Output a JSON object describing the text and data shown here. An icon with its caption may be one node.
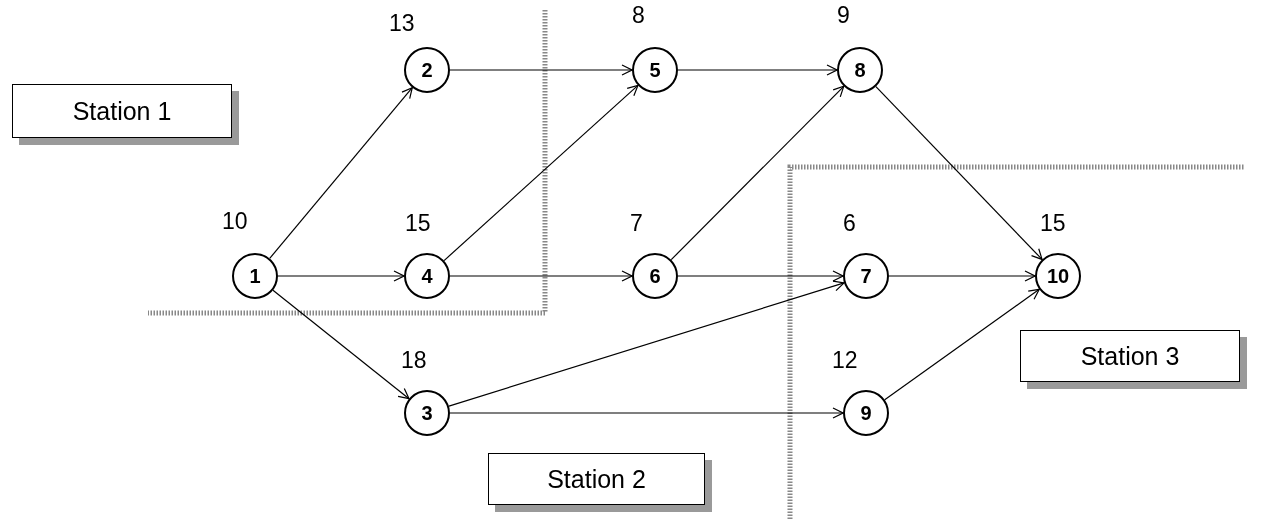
{
  "diagram": {
    "nodes": [
      {
        "text": [
          "Station 1"
        ]
      },
      {
        "text": [
          "1"
        ],
        "beside": [
          "10"
        ]
      },
      {
        "text": [
          "2"
        ],
        "beside": [
          "13"
        ]
      },
      {
        "text": [
          "3"
        ],
        "beside": [
          "18"
        ]
      },
      {
        "text": [
          "4"
        ],
        "beside": [
          "15"
        ]
      },
      {
        "text": [
          "5"
        ],
        "beside": [
          "8"
        ]
      },
      {
        "text": [
          "6"
        ],
        "beside": [
          "7"
        ]
      },
      {
        "text": [
          "7"
        ],
        "beside": [
          "6"
        ]
      },
      {
        "text": [
          "8"
        ],
        "beside": [
          "9"
        ]
      },
      {
        "text": [
          "9"
        ],
        "beside": [
          "12"
        ]
      },
      {
        "text": [
          "10"
        ],
        "beside": [
          "15"
        ]
      },
      {
        "text": [
          "Station 3"
        ]
      },
      {
        "text": [
          "Station 2"
        ]
      }
    ],
    "edges": [
      {
        "from": 1,
        "to": 2,
        "arrow": "to"
      },
      {
        "from": 1,
        "to": 4,
        "arrow": "to"
      },
      {
        "from": 1,
        "to": 3,
        "arrow": "to"
      },
      {
        "from": 2,
        "to": 5,
        "arrow": "to"
      },
      {
        "from": 4,
        "to": 5,
        "arrow": "to"
      },
      {
        "from": 4,
        "to": 6,
        "arrow": "to"
      },
      {
        "from": 5,
        "to": 8,
        "arrow": "to"
      },
      {
        "from": 6,
        "to": 8,
        "arrow": "to"
      },
      {
        "from": 6,
        "to": 7,
        "arrow": "to"
      },
      {
        "from": 8,
        "to": 10,
        "arrow": "to"
      },
      {
        "from": 3,
        "to": 7,
        "arrow": "to"
      },
      {
        "from": 3,
        "to": 9,
        "arrow": "to"
      },
      {
        "from": 7,
        "to": 10,
        "arrow": "to"
      },
      {
        "from": 9,
        "to": 10,
        "arrow": "to"
      }
    ]
  }
}
